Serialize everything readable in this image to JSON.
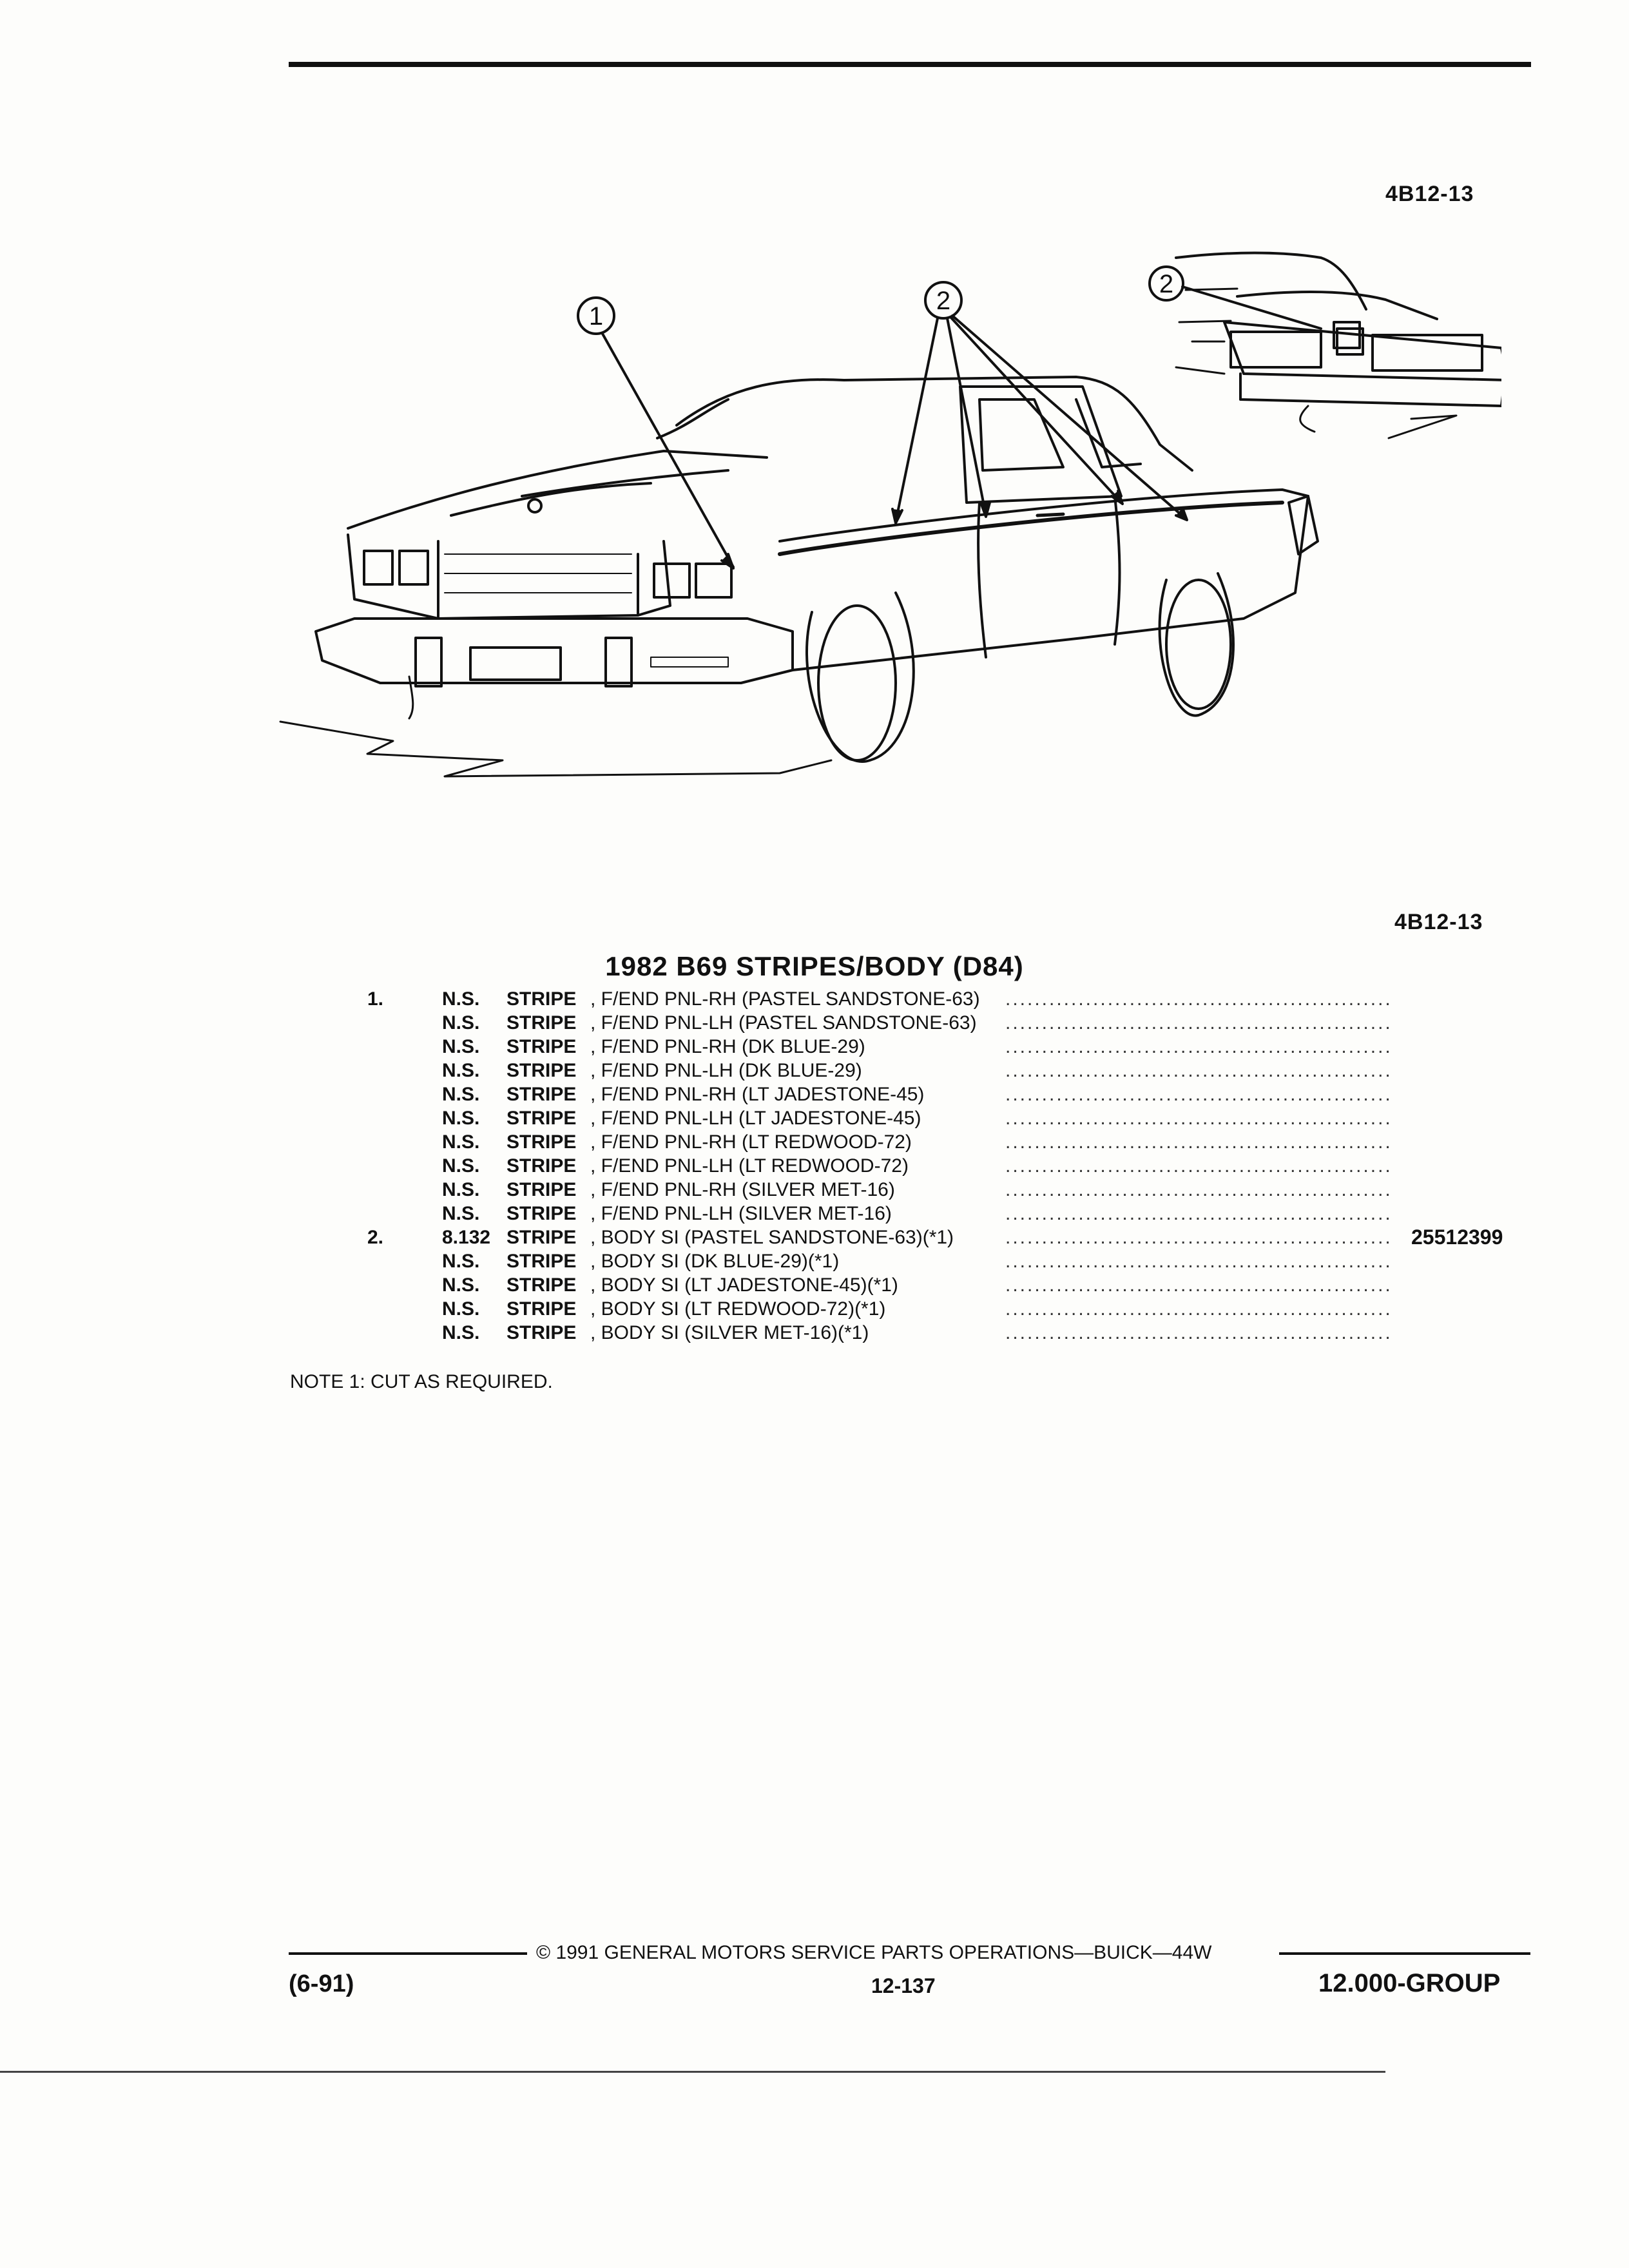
{
  "figure_id_top": "4B12-13",
  "figure_id_bottom": "4B12-13",
  "callouts": [
    "1",
    "2",
    "2"
  ],
  "title": "1982 B69 STRIPES/BODY (D84)",
  "parts": [
    {
      "item": "1.",
      "qty": "N.S.",
      "name": "STRIPE",
      "desc": ", F/END PNL-RH (PASTEL SANDSTONE-63)",
      "part_number": ""
    },
    {
      "item": "",
      "qty": "N.S.",
      "name": "STRIPE",
      "desc": ", F/END PNL-LH (PASTEL SANDSTONE-63)",
      "part_number": ""
    },
    {
      "item": "",
      "qty": "N.S.",
      "name": "STRIPE",
      "desc": ", F/END PNL-RH (DK BLUE-29)",
      "part_number": ""
    },
    {
      "item": "",
      "qty": "N.S.",
      "name": "STRIPE",
      "desc": ", F/END PNL-LH (DK BLUE-29)",
      "part_number": ""
    },
    {
      "item": "",
      "qty": "N.S.",
      "name": "STRIPE",
      "desc": ", F/END PNL-RH (LT JADESTONE-45)",
      "part_number": ""
    },
    {
      "item": "",
      "qty": "N.S.",
      "name": "STRIPE",
      "desc": ", F/END PNL-LH (LT JADESTONE-45)",
      "part_number": ""
    },
    {
      "item": "",
      "qty": "N.S.",
      "name": "STRIPE",
      "desc": ", F/END PNL-RH (LT REDWOOD-72)",
      "part_number": ""
    },
    {
      "item": "",
      "qty": "N.S.",
      "name": "STRIPE",
      "desc": ", F/END PNL-LH (LT REDWOOD-72)",
      "part_number": ""
    },
    {
      "item": "",
      "qty": "N.S.",
      "name": "STRIPE",
      "desc": ", F/END PNL-RH (SILVER MET-16)",
      "part_number": ""
    },
    {
      "item": "",
      "qty": "N.S.",
      "name": "STRIPE",
      "desc": ", F/END PNL-LH (SILVER MET-16)",
      "part_number": ""
    },
    {
      "item": "2.",
      "qty": "8.132",
      "name": "STRIPE",
      "desc": ", BODY SI (PASTEL SANDSTONE-63)(*1)",
      "part_number": "25512399"
    },
    {
      "item": "",
      "qty": "N.S.",
      "name": "STRIPE",
      "desc": ", BODY SI (DK BLUE-29)(*1)",
      "part_number": ""
    },
    {
      "item": "",
      "qty": "N.S.",
      "name": "STRIPE",
      "desc": ", BODY SI (LT JADESTONE-45)(*1)",
      "part_number": ""
    },
    {
      "item": "",
      "qty": "N.S.",
      "name": "STRIPE",
      "desc": ", BODY SI (LT REDWOOD-72)(*1)",
      "part_number": ""
    },
    {
      "item": "",
      "qty": "N.S.",
      "name": "STRIPE",
      "desc": ", BODY SI (SILVER MET-16)(*1)",
      "part_number": ""
    }
  ],
  "leader_dots": "..........................................................................................",
  "note": "NOTE  1:  CUT AS REQUIRED.",
  "footer": {
    "copyright": "©  1991  GENERAL MOTORS SERVICE PARTS OPERATIONS—BUICK—44W",
    "date": "(6-91)",
    "page": "12-137",
    "group": "12.000-GROUP"
  }
}
